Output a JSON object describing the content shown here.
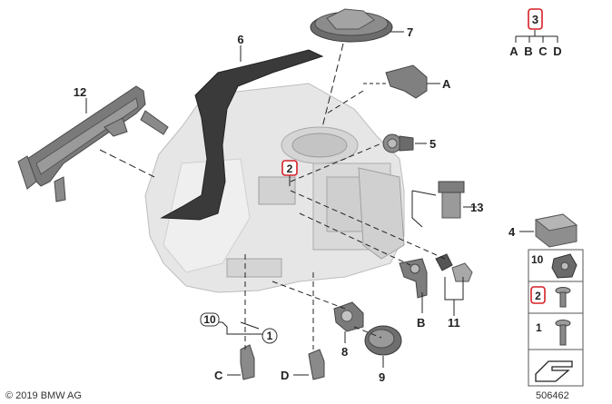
{
  "copyright": "© 2019 BMW AG",
  "diagram_id": "506462",
  "legend": {
    "top": "3",
    "sub": [
      "A",
      "B",
      "C",
      "D"
    ]
  },
  "callouts": {
    "c1": "1",
    "c2": "2",
    "c4": "4",
    "c5": "5",
    "c6": "6",
    "c7": "7",
    "c8": "8",
    "c9": "9",
    "c10": "10",
    "c11": "11",
    "c12": "12",
    "c13": "13",
    "cA": "A",
    "cB": "B",
    "cC": "C",
    "cD": "D"
  },
  "parts_list": [
    {
      "label": "10",
      "part": "clip"
    },
    {
      "label": "2",
      "part": "screw-short",
      "highlighted": true
    },
    {
      "label": "1",
      "part": "screw-long"
    }
  ],
  "highlight_color": "#d62027"
}
